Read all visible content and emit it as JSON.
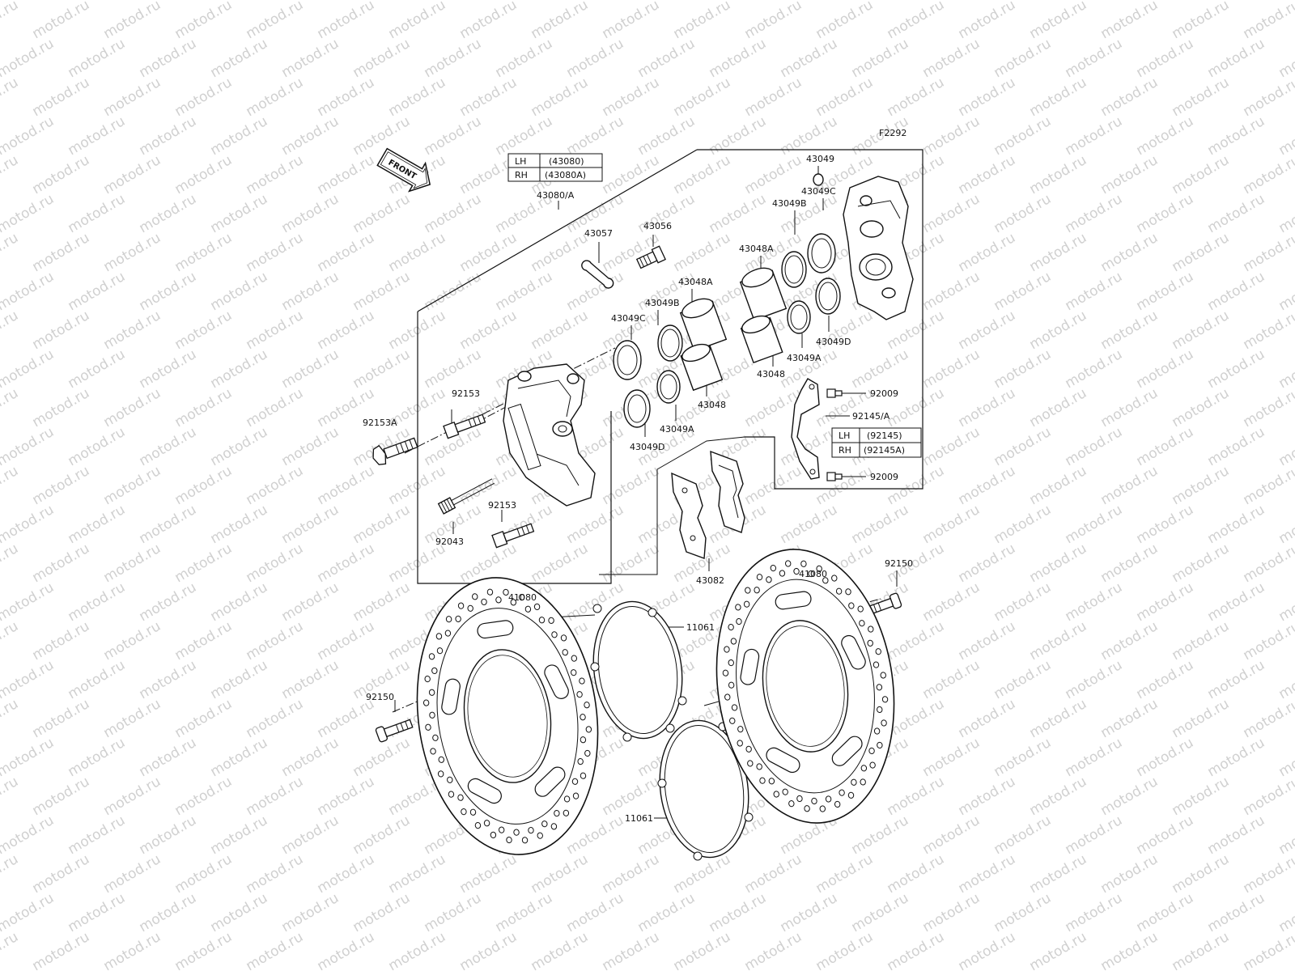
{
  "watermark": "motod.ru",
  "figure_code": "F2292",
  "front_label": "FRONT",
  "tables": {
    "caliper": [
      {
        "side": "LH",
        "code": "(43080)"
      },
      {
        "side": "RH",
        "code": "(43080A)"
      }
    ],
    "bracket": [
      {
        "side": "LH",
        "code": "(92145)"
      },
      {
        "side": "RH",
        "code": "(92145A)"
      }
    ]
  },
  "labels": {
    "caliper_assy": "43080/A",
    "bleeder_cap": "43057",
    "bleeder_valve": "43056",
    "piston_large_l": "43048A",
    "seal_b_l": "43049B",
    "seal_c_l": "43049C",
    "piston_small_l": "43048",
    "seal_a_l": "43049A",
    "seal_d_l": "43049D",
    "bolt_92153_top": "92153",
    "bolt_92153A": "92153A",
    "pin_92043": "92043",
    "bolt_92153_bot": "92153",
    "seal_43049_r": "43049",
    "seal_c_r": "43049C",
    "seal_b_r": "43049B",
    "piston_large_r": "43048A",
    "seal_d_r": "43049D",
    "seal_a_r": "43049A",
    "piston_small_r": "43048",
    "screw_top": "92009",
    "bracket": "92145/A",
    "screw_bot": "92009",
    "pads": "43082",
    "disc_left": "41080",
    "disc_right": "41080",
    "gasket_top": "11061",
    "gasket_bot": "11061",
    "bolt_92150_l": "92150",
    "bolt_92150_r": "92150"
  }
}
